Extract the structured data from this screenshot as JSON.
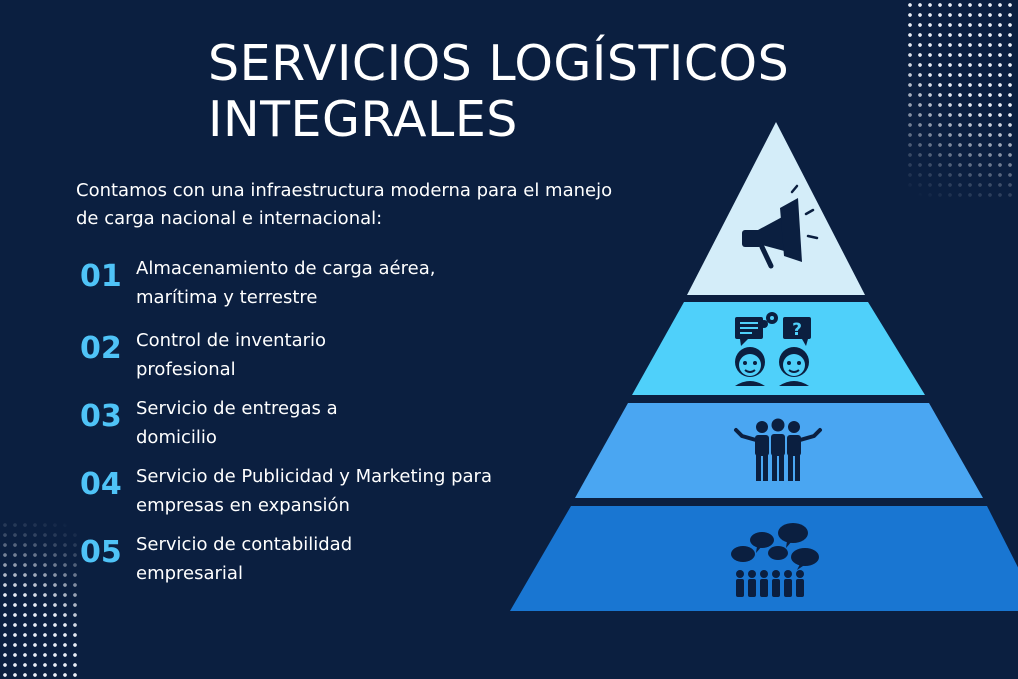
{
  "title": {
    "line1": "SERVICIOS LOGÍSTICOS",
    "line2": "INTEGRALES"
  },
  "intro": "Contamos con una infraestructura moderna para el manejo de carga nacional e internacional:",
  "services": [
    {
      "number": "01",
      "text": "Almacenamiento de carga aérea, marítima y terrestre"
    },
    {
      "number": "02",
      "text": "Control de inventario profesional"
    },
    {
      "number": "03",
      "text": "Servicio de entregas a domicilio"
    },
    {
      "number": "04",
      "text": "Servicio de Publicidad y Marketing para empresas en expansión"
    },
    {
      "number": "05",
      "text": "Servicio de contabilidad empresarial"
    }
  ],
  "pyramid": {
    "tiers": [
      {
        "icon": "megaphone-icon",
        "color": "#d4edf9"
      },
      {
        "icon": "people-discussion-icon",
        "color": "#4fd0fa"
      },
      {
        "icon": "team-embrace-icon",
        "color": "#4aa6f2"
      },
      {
        "icon": "audience-speech-bubbles-icon",
        "color": "#1976d2"
      }
    ]
  },
  "colors": {
    "background": "#0b1f40",
    "accent": "#4fc3f7",
    "icon": "#0b1f40"
  }
}
